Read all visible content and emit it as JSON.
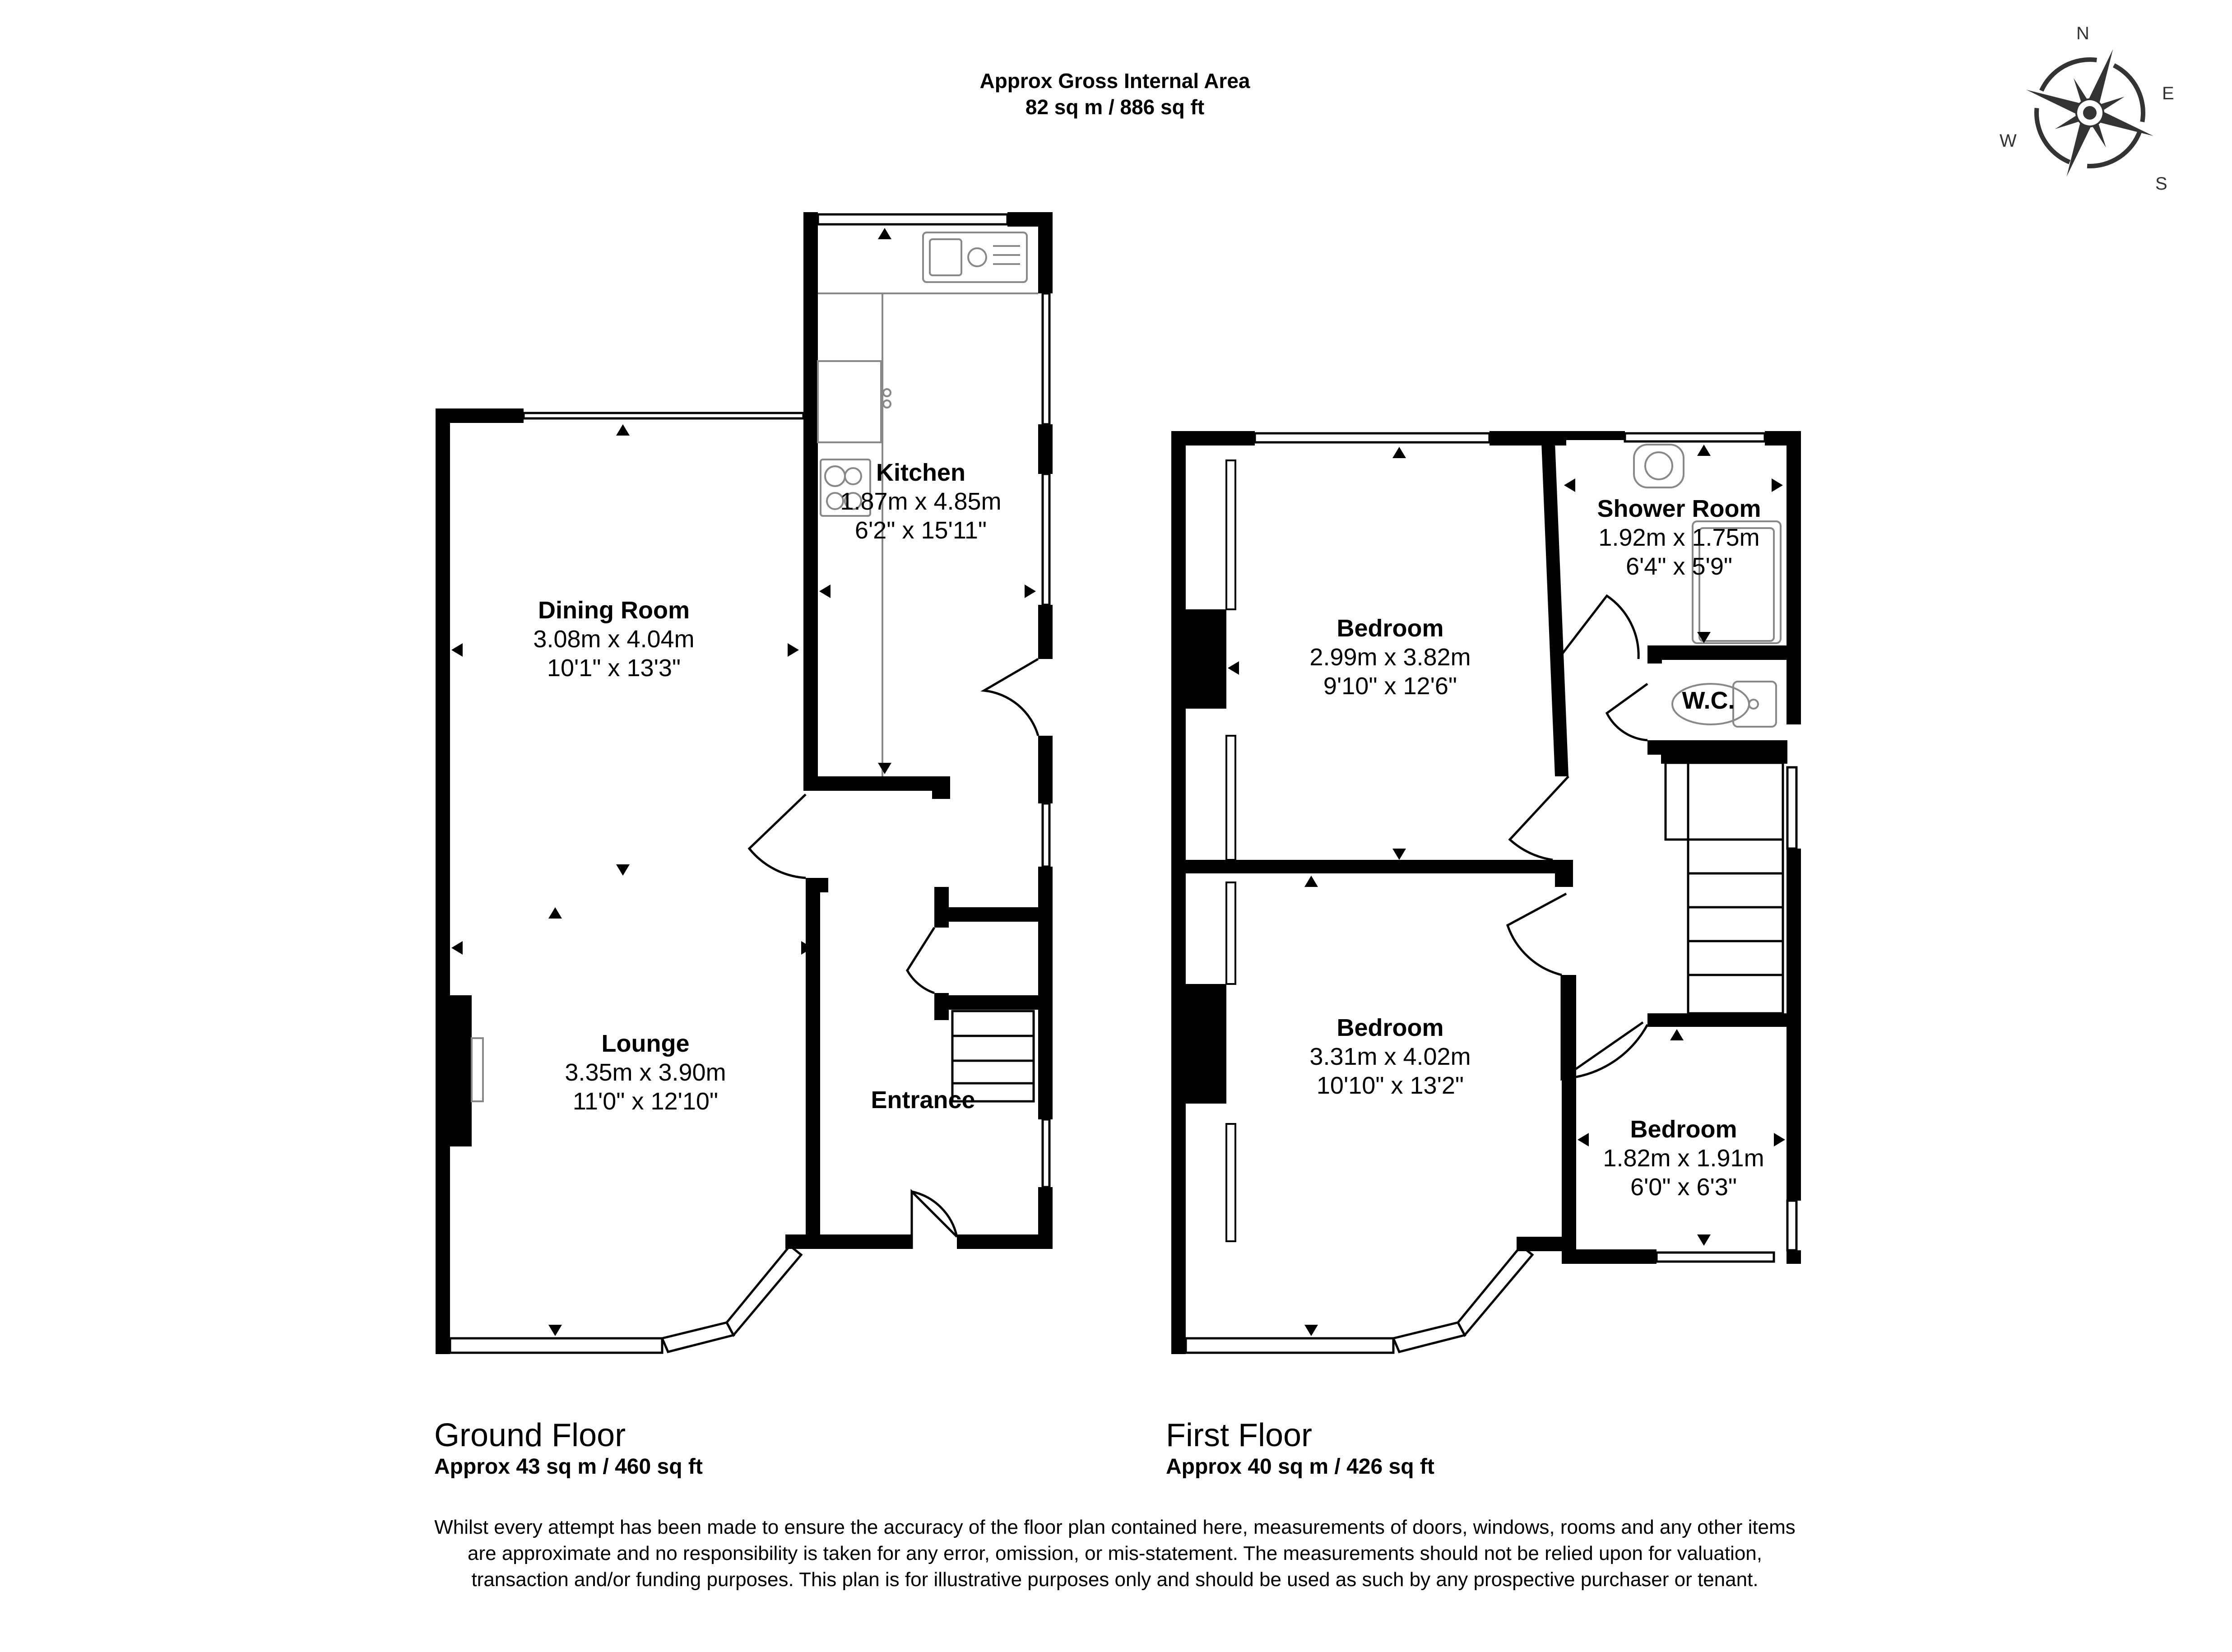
{
  "header": {
    "title": "Approx Gross Internal Area",
    "total_area": "82 sq m / 886 sq ft"
  },
  "compass": {
    "icon": "compass-rose-icon",
    "north": "N",
    "east": "E",
    "south": "S",
    "west": "W"
  },
  "floors": [
    {
      "title": "Ground Floor",
      "area": "Approx 43 sq m / 460 sq ft",
      "rooms": [
        {
          "name": "Kitchen",
          "metric": "1.87m x 4.85m",
          "imperial": "6'2\" x 15'11\""
        },
        {
          "name": "Dining Room",
          "metric": "3.08m x 4.04m",
          "imperial": "10'1\" x 13'3\""
        },
        {
          "name": "Lounge",
          "metric": "3.35m x 3.90m",
          "imperial": "11'0\" x 12'10\""
        },
        {
          "name": "Entrance"
        }
      ]
    },
    {
      "title": "First Floor",
      "area": "Approx 40 sq m / 426 sq ft",
      "rooms": [
        {
          "name": "Bedroom",
          "metric": "2.99m x 3.82m",
          "imperial": "9'10\" x 12'6\""
        },
        {
          "name": "Shower Room",
          "metric": "1.92m x 1.75m",
          "imperial": "6'4\" x 5'9\""
        },
        {
          "name": "W.C."
        },
        {
          "name": "Bedroom",
          "metric": "3.31m x 4.02m",
          "imperial": "10'10\" x 13'2\""
        },
        {
          "name": "Bedroom",
          "metric": "1.82m x 1.91m",
          "imperial": "6'0\" x 6'3\""
        }
      ]
    }
  ],
  "disclaimer": "Whilst every attempt has been made to ensure the accuracy of the floor plan contained here, measurements of doors, windows, rooms and any other items are approximate and no responsibility is taken for any error, omission, or mis-statement. The measurements should not be relied upon for valuation, transaction and/or funding purposes. This plan is for illustrative purposes only and should be used as such by any prospective purchaser or tenant.",
  "colors": {
    "wall": "#000000",
    "fixture": "#808080",
    "compass": "#333333",
    "background": "#ffffff"
  }
}
